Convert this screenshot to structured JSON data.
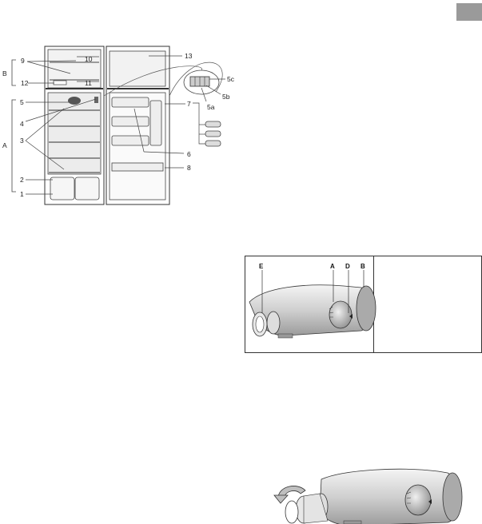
{
  "page": {
    "tab_color": "#9a9a9a"
  },
  "fridge_figure": {
    "labels": {
      "l9": "9",
      "l10": "10",
      "lB": "B",
      "l12": "12",
      "l11": "11",
      "l13": "13",
      "l5c": "5c",
      "l5b": "5b",
      "l5a": "5a",
      "l5": "5",
      "l4": "4",
      "l7": "7",
      "l3": "3",
      "lA": "A",
      "l6": "6",
      "l8": "8",
      "l2": "2",
      "l1": "1"
    }
  },
  "thermostat_figure": {
    "labels": {
      "E": "E",
      "A": "A",
      "D": "D",
      "B": "B"
    }
  },
  "lamp_removal_figure": {
    "arrow_icon": "rotate-arrow-icon"
  }
}
